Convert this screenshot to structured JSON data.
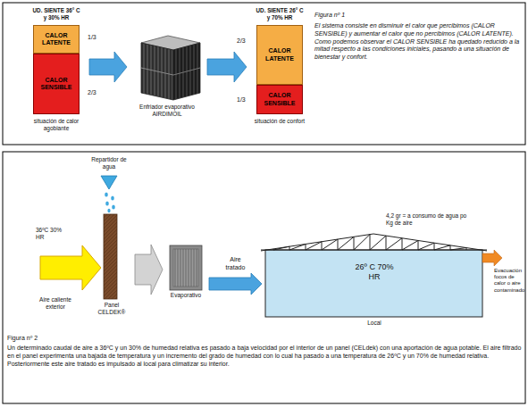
{
  "diagram": {
    "nodes": [
      {
        "text": [
          "UD. SIENTE 36° C y 30% HR",
          "situación de calor agobiante"
        ]
      },
      {
        "text": [
          "CALOR LATENTE"
        ],
        "in": 0
      },
      {
        "text": [
          "CALOR SENSIBLE"
        ],
        "in": 0
      },
      {
        "text": [
          "Enfriador evaporativo AIRDIMOIL"
        ]
      },
      {
        "text": [
          "UD. SIENTE 26° C y 70% HR",
          "situación de confort"
        ]
      },
      {
        "text": [
          "CALOR LATENTE"
        ],
        "in": 4
      },
      {
        "text": [
          "CALOR SENSIBLE"
        ],
        "in": 4
      },
      {
        "text": [
          "Panel CELDEK®"
        ]
      },
      {
        "text": [
          "Evaporativo"
        ]
      },
      {
        "text": [
          "26º C 70% HR",
          "Local"
        ]
      }
    ],
    "edges": [
      {
        "from": 0,
        "to": 3,
        "arrow": "to"
      },
      {
        "from": 3,
        "to": 4,
        "arrow": "to"
      },
      {
        "from": 7,
        "to": 8,
        "arrow": "to"
      },
      {
        "from": 8,
        "to": 9,
        "arrow": "to",
        "label": "Aire tratado"
      }
    ],
    "labels": [
      "1/3",
      "2/3",
      "2/3",
      "1/3",
      "Figura nº 1",
      "El sistema consiste en disminuir el calor que percibimos (CALOR SENSIBLE) y aumentar el calor que no percibimos (CALOR LATENTE). Como podemos observar el CALOR SENSIBLE ha quedado reducido a la mitad respecto a las condiciones iniciales, pasando a una situación de bienestar y confort.",
      "Repartidor de agua",
      "36ºC 30% HR",
      "Aire caliente exterior",
      "4,2 gr = a consumo de agua po Kg de aire",
      "Evacuación focos de calor o aire contaminado",
      "Figura nº 2",
      "Un determinado caudal de aire a 36ºC y un 30% de humedad relativa es pasado a baja velocidad por el interior de un panel (CELdek) con una aportación de agua potable. El aire filtrado en el panel experimenta una bajada de temperatura y un incremento del grado de humedad con lo cual ha pasado a una temperatura de 26ºC y un 70% de humedad relativa. Posteriormente este aire tratado es impulsado al local para climatizar su interior."
    ]
  }
}
